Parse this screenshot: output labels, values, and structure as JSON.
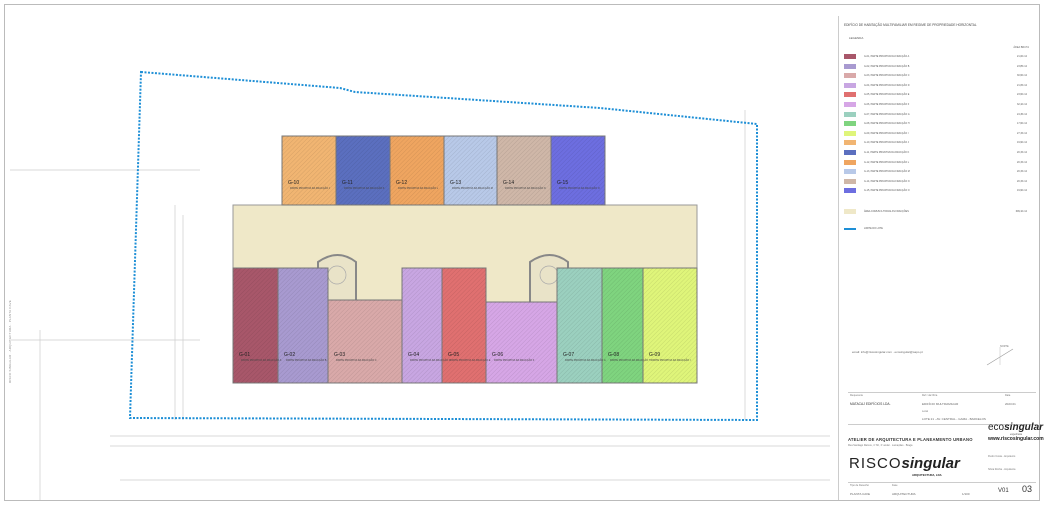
{
  "drawing": {
    "plan_title": "EDIFÍCIO DE HABITAÇÃO MULTIFAMILIAR EM REGIME DE PROPRIEDADE HORIZONTAL",
    "legend_heading": "LEGENDA",
    "area_heading": "ÁREA BRUTA",
    "legend_items": [
      {
        "name": "G-01, PARTE PRIVATIVA DA FRACÇÃO A",
        "value": "21,00 m2",
        "color": "#a8576a"
      },
      {
        "name": "G-02, PARTE PRIVATIVA DA FRACÇÃO B",
        "value": "23,85 m2",
        "color": "#a89ad0"
      },
      {
        "name": "G-03, PARTE PRIVATIVA DA FRACÇÃO C",
        "value": "30,60 m2",
        "color": "#d9a9a9"
      },
      {
        "name": "G-04, PARTE PRIVATIVA DA FRACÇÃO D",
        "value": "21,05 m2",
        "color": "#c8a6e2"
      },
      {
        "name": "G-05, PARTE PRIVATIVA DA FRACÇÃO E",
        "value": "23,60 m2",
        "color": "#e07070"
      },
      {
        "name": "G-06, PARTE PRIVATIVA DA FRACÇÃO F",
        "value": "32,10 m2",
        "color": "#d6a6e6"
      },
      {
        "name": "G-07, PARTE PRIVATIVA DA FRACÇÃO G",
        "value": "24,45 m2",
        "color": "#9bd0bf"
      },
      {
        "name": "G-08, PARTE PRIVATIVA DA FRACÇÃO H",
        "value": "17,60 m2",
        "color": "#7fd47f"
      },
      {
        "name": "G-09, PARTE PRIVATIVA DA FRACÇÃO I",
        "value": "27,15 m2",
        "color": "#dff57a"
      },
      {
        "name": "G-10, PARTE PRIVATIVA DA FRACÇÃO J",
        "value": "19,90 m2",
        "color": "#f1b572"
      },
      {
        "name": "G-11, PARTE PRIVATIVA DA FRACÇÃO K",
        "value": "20,15 m2",
        "color": "#5b6fbf"
      },
      {
        "name": "G-12, PARTE PRIVATIVA DA FRACÇÃO L",
        "value": "20,15 m2",
        "color": "#efa560"
      },
      {
        "name": "G-13, PARTE PRIVATIVA DA FRACÇÃO M",
        "value": "20,15 m2",
        "color": "#b8c9e8"
      },
      {
        "name": "G-14, PARTE PRIVATIVA DA FRACÇÃO N",
        "value": "20,15 m2",
        "color": "#cfb7a8"
      },
      {
        "name": "G-15, PARTE PRIVATIVA DA FRACÇÃO O",
        "value": "19,90 m2",
        "color": "#6d6ee0"
      }
    ],
    "common_area": {
      "name": "ÁREA COMUM A TODAS AS FRACÇÕES",
      "value": "609,10 m2",
      "color": "#efe8c8"
    },
    "lot_limit": {
      "name": "LIMITE DO LOTE",
      "color": "#1e8fd6"
    },
    "upper_units": [
      {
        "id": "G-10",
        "sub": "PARTE PRIVATIVA DA FRACÇÃO J",
        "color": "#f1b572"
      },
      {
        "id": "G-11",
        "sub": "PARTE PRIVATIVA DA FRACÇÃO K",
        "color": "#5b6fbf"
      },
      {
        "id": "G-12",
        "sub": "PARTE PRIVATIVA DA FRACÇÃO L",
        "color": "#efa560"
      },
      {
        "id": "G-13",
        "sub": "PARTE PRIVATIVA DA FRACÇÃO M",
        "color": "#b8c9e8"
      },
      {
        "id": "G-14",
        "sub": "PARTE PRIVATIVA DA FRACÇÃO N",
        "color": "#cfb7a8"
      },
      {
        "id": "G-15",
        "sub": "PARTE PRIVATIVA DA FRACÇÃO O",
        "color": "#6d6ee0"
      }
    ],
    "lower_units": [
      {
        "id": "G-01",
        "sub": "PARTE PRIVATIVA DA FRACÇÃO A",
        "color": "#a8576a"
      },
      {
        "id": "G-02",
        "sub": "PARTE PRIVATIVA DA FRACÇÃO B",
        "color": "#a89ad0"
      },
      {
        "id": "G-03",
        "sub": "PARTE PRIVATIVA DA FRACÇÃO C",
        "color": "#d9a9a9"
      },
      {
        "id": "G-04",
        "sub": "PARTE PRIVATIVA DA FRACÇÃO D",
        "color": "#c8a6e2"
      },
      {
        "id": "G-05",
        "sub": "PARTE PRIVATIVA DA FRACÇÃO E",
        "color": "#e07070"
      },
      {
        "id": "G-06",
        "sub": "PARTE PRIVATIVA DA FRACÇÃO F",
        "color": "#d6a6e6"
      },
      {
        "id": "G-07",
        "sub": "PARTE PRIVATIVA DA FRACÇÃO G",
        "color": "#9bd0bf"
      },
      {
        "id": "G-08",
        "sub": "PARTE PRIVATIVA DA FRACÇÃO H",
        "color": "#7fd47f"
      },
      {
        "id": "G-09",
        "sub": "PARTE PRIVATIVA DA FRACÇÃO I",
        "color": "#dff57a"
      }
    ]
  },
  "title_block": {
    "email": "email: info@riscosingular.com · ecosingular@sapo.pt",
    "north": "NORTE",
    "requerente_label": "Requerente",
    "requerente": "MATACAJ EDIFÍCIOS LDA.",
    "ref_label": "Ref.ª da Obra",
    "ref": "EDIFÍCIO MULTIFAMILIAR",
    "date_label": "Data",
    "date": "2023.01",
    "local_label": "Local",
    "local": "LOTE 21 - AV. CENTRAL - GAMA - BARCELOS",
    "atelier": "ATELIER DE ARQUITECTURA E PLANEAMENTO URBANO",
    "address": "Rua Santiago Ramos, nº 60, 1º andar · Lamaçães · Braga",
    "company": "RISCO",
    "company_bold": "singular",
    "company_sub": "ARQUITECTURA, LDA",
    "eco": "eco",
    "eco_bold": "singular",
    "eco_sub": "engenharia",
    "website": "www.riscosingular.com",
    "architect1": "Pedro Costa - Arquitecto",
    "architect2": "Sílvia Rocha - Arquitecta",
    "tipo_label": "Tipo de Desenho",
    "tipo": "PLANTA CAVE",
    "fase_label": "Fase",
    "fase": "ARQUITECTURA",
    "escala": "1/100",
    "versao": "V01",
    "numero": "03"
  }
}
